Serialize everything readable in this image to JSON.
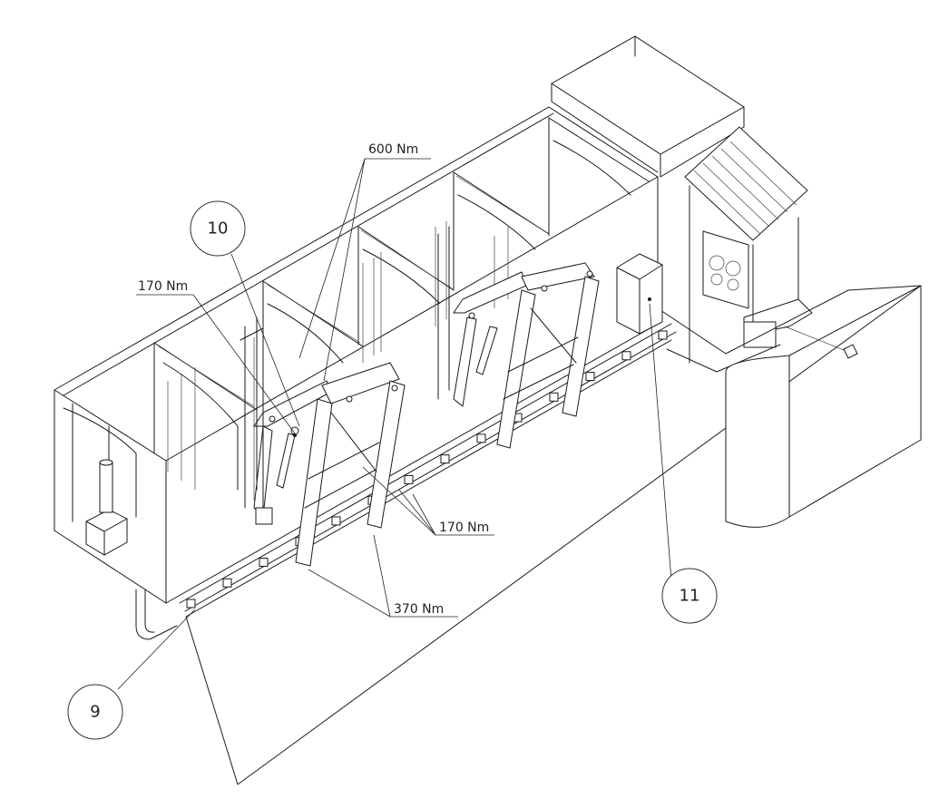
{
  "callouts": {
    "torque_600": "600 Nm",
    "torque_170_upper": "170 Nm",
    "torque_170_lower": "170 Nm",
    "torque_370": "370 Nm"
  },
  "balloons": {
    "b9": "9",
    "b10": "10",
    "b11": "11"
  }
}
